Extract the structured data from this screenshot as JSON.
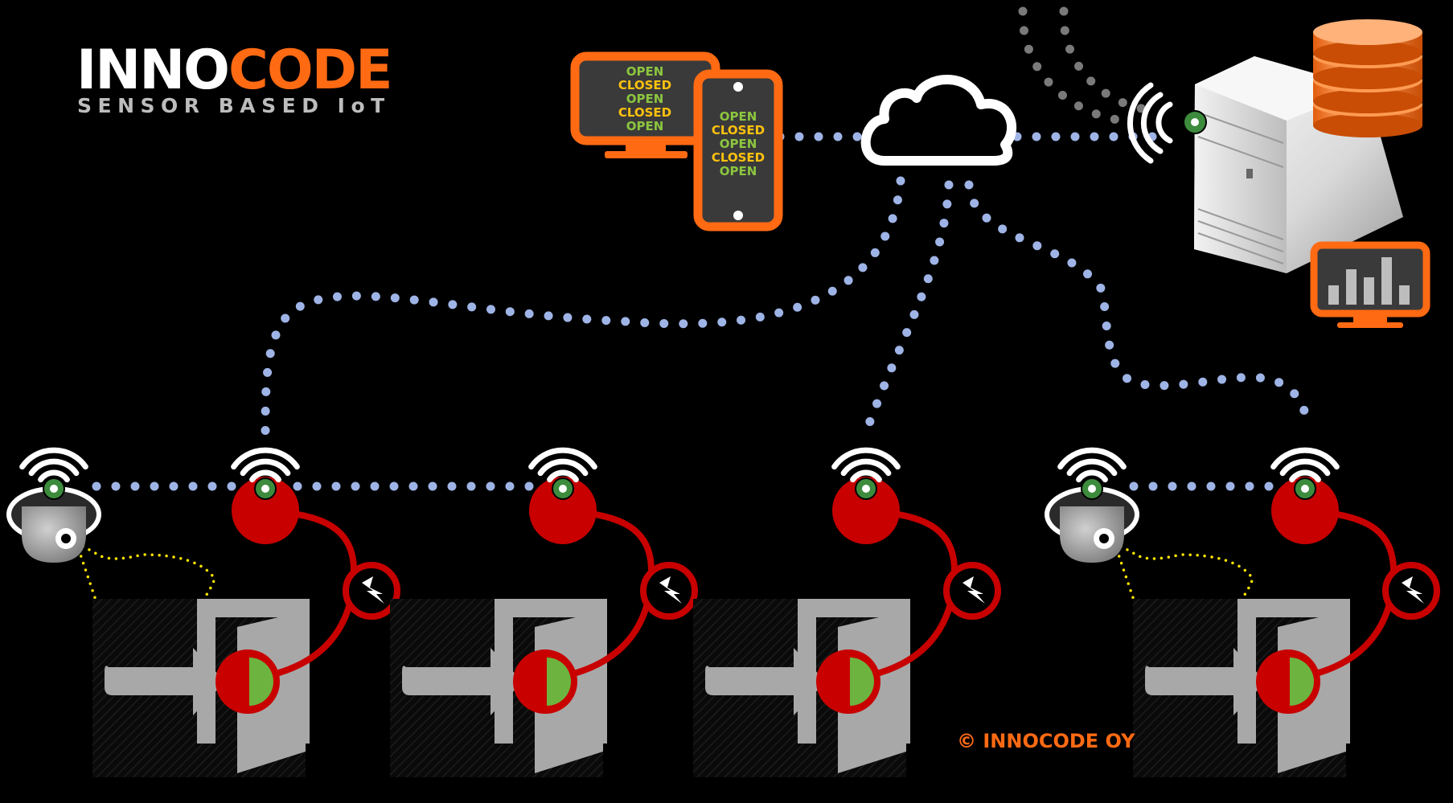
{
  "logo": {
    "brand_part1": "INNO",
    "brand_part2": "CODE",
    "tagline": "SENSOR BASED IoT"
  },
  "monitor_status": [
    "OPEN",
    "CLOSED",
    "OPEN",
    "CLOSED",
    "OPEN"
  ],
  "phone_status": [
    "OPEN",
    "CLOSED",
    "OPEN",
    "CLOSED",
    "OPEN"
  ],
  "copyright": "© INNOCODE OY",
  "colors": {
    "background": "#000000",
    "brand_orange": "#ff6a13",
    "link_dots": "#9fb4e6",
    "sensor_red": "#c80000",
    "sensor_green": "#3d8b3d",
    "door_gray": "#a8a8a8",
    "open_text": "#8cc63f",
    "closed_text": "#ffc20e",
    "camera_view": "#ffe600"
  }
}
